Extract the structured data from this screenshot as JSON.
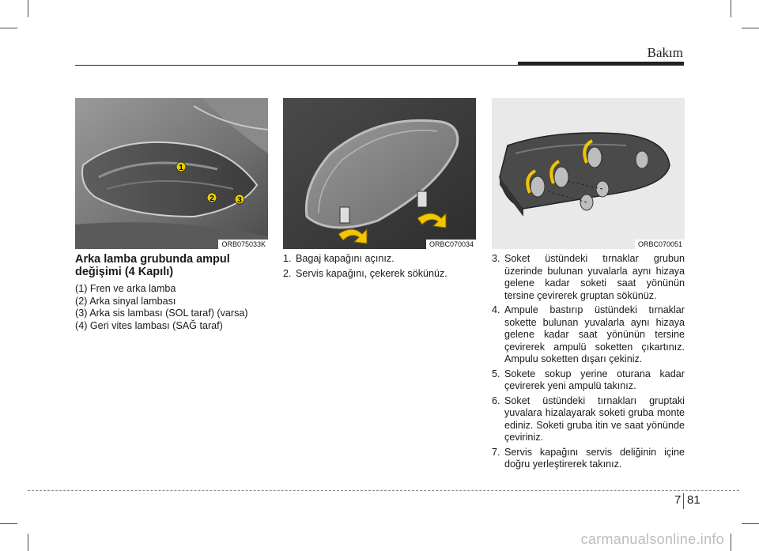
{
  "header": {
    "section_title": "Bakım"
  },
  "figures": [
    {
      "code": "ORB075033K",
      "callouts": [
        "1",
        "2",
        "3"
      ]
    },
    {
      "code": "ORBC070034"
    },
    {
      "code": "ORBC070051"
    }
  ],
  "column1": {
    "heading": "Arka lamba grubunda ampul değişimi (4 Kapılı)",
    "items": [
      "(1) Fren ve arka lamba",
      "(2) Arka sinyal lambası",
      "(3) Arka sis lambası (SOL taraf) (varsa)",
      "(4) Geri vites lambası (SAĞ taraf)"
    ]
  },
  "column2": {
    "steps": [
      {
        "num": "1.",
        "text": "Bagaj kapağını açınız."
      },
      {
        "num": "2.",
        "text": "Servis kapağını, çekerek sökünüz."
      }
    ]
  },
  "column3": {
    "steps": [
      {
        "num": "3.",
        "text": "Soket üstündeki tırnaklar grubun üzerinde bulunan yuvalarla aynı hizaya gelene kadar soketi saat yönünün tersine çevirerek gruptan sökünüz."
      },
      {
        "num": "4.",
        "text": "Ampule bastırıp üstündeki tırnaklar sokette bulunan yuvalarla aynı hizaya gelene kadar saat yönünün tersine çevirerek ampulü soketten çıkartınız. Ampulu soketten dışarı çekiniz."
      },
      {
        "num": "5.",
        "text": "Sokete sokup yerine oturana kadar çevirerek yeni ampulü takınız."
      },
      {
        "num": "6.",
        "text": "Soket üstündeki tırnakları gruptaki yuvalara hizalayarak soketi gruba monte ediniz. Soketi gruba itin ve saat yönünde çeviriniz."
      },
      {
        "num": "7.",
        "text": "Servis kapağını servis deliğinin içine doğru yerleştirerek takınız."
      }
    ]
  },
  "footer": {
    "chapter": "7",
    "page": "81"
  },
  "watermark": "carmanualsonline.info",
  "colors": {
    "accent_arrow": "#f2c500",
    "rule": "#222222"
  }
}
